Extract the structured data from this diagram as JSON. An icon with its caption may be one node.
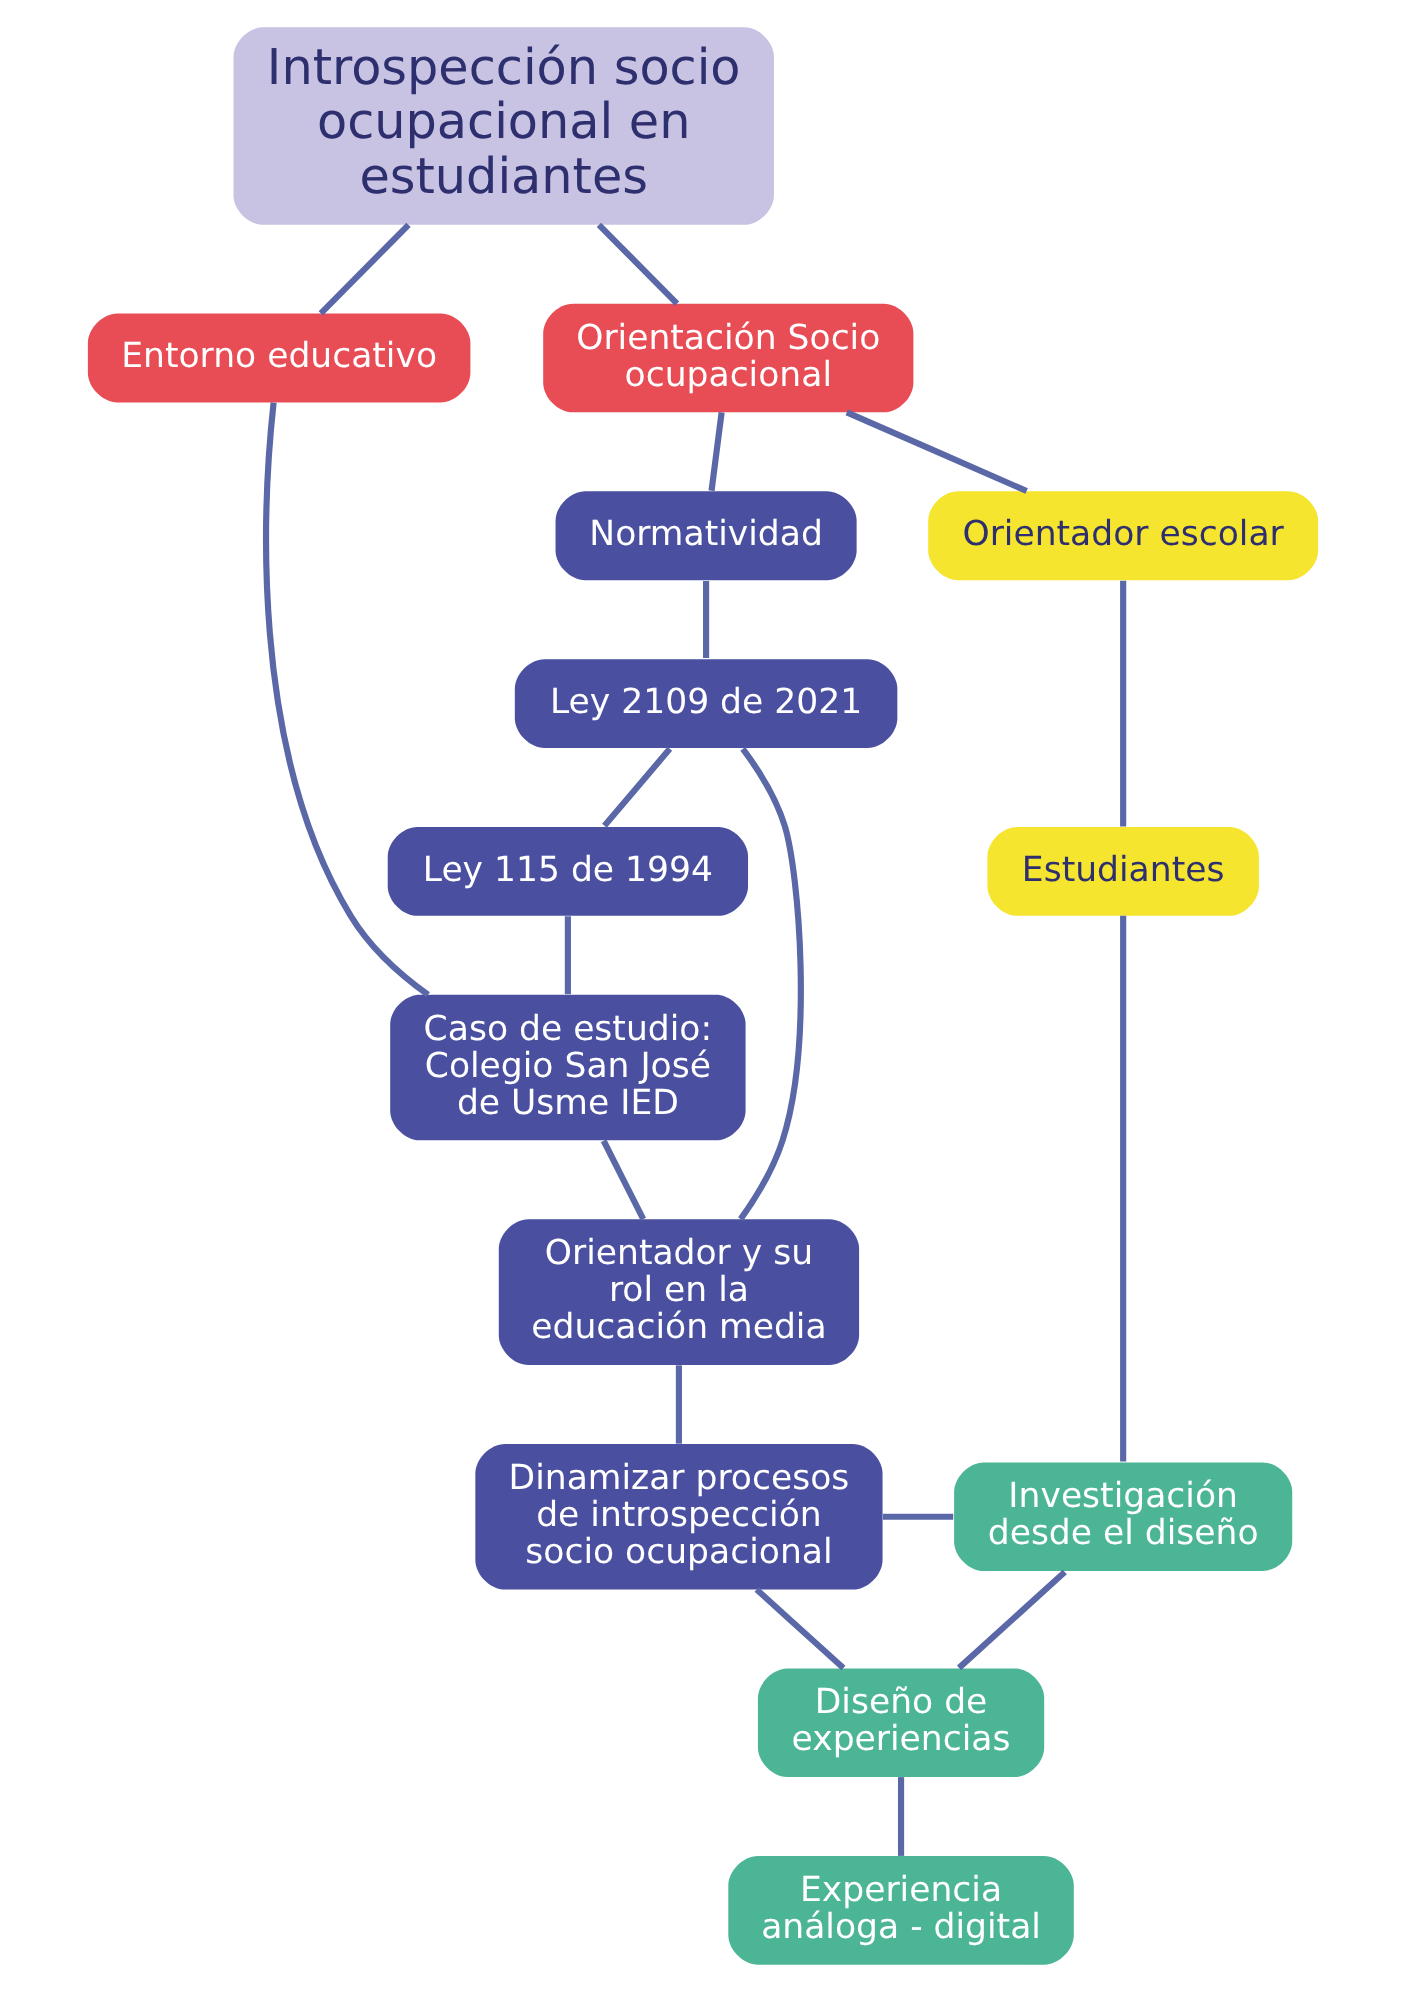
{
  "diagram": {
    "nodes": [
      {
        "text": [
          "Introspección socio ocupacional en estudiantes"
        ]
      },
      {
        "text": [
          "Orientación Socio ocupacional"
        ]
      },
      {
        "text": [
          "Entorno educativo"
        ]
      },
      {
        "text": [
          "Normatividad"
        ]
      },
      {
        "text": [
          "Ley 2109 de 2021"
        ]
      },
      {
        "text": [
          "Ley 115 de 1994"
        ]
      },
      {
        "text": [
          "Orientador escolar"
        ]
      },
      {
        "text": [
          "Estudiantes"
        ]
      },
      {
        "text": [
          "Caso de estudio: Colegio San José de Usme IED"
        ]
      },
      {
        "text": [
          "Orientador y su rol en la educación media"
        ]
      },
      {
        "text": [
          "Investigación desde el diseño"
        ]
      },
      {
        "text": [
          "Dinamizar procesos de introspección socio ocupacional"
        ]
      },
      {
        "text": [
          "Diseño de experiencias"
        ]
      },
      {
        "text": [
          "Experiencia análoga - digital"
        ]
      }
    ],
    "edges": [
      {
        "from": 0,
        "to": 1,
        "arrow": "none"
      },
      {
        "from": 0,
        "to": 2,
        "arrow": "none"
      },
      {
        "from": 1,
        "to": 6,
        "arrow": "none"
      },
      {
        "from": 1,
        "to": 3,
        "arrow": "none"
      },
      {
        "from": 3,
        "to": 4,
        "arrow": "none"
      },
      {
        "from": 4,
        "to": 5,
        "arrow": "none"
      },
      {
        "from": 2,
        "to": 8,
        "arrow": "none"
      },
      {
        "from": 8,
        "to": 9,
        "arrow": "none"
      },
      {
        "from": 4,
        "to": 9,
        "arrow": "none"
      },
      {
        "from": 5,
        "to": 8,
        "arrow": "none"
      },
      {
        "from": 6,
        "to": 7,
        "arrow": "none"
      },
      {
        "from": 9,
        "to": 11,
        "arrow": "none"
      },
      {
        "from": 7,
        "to": 10,
        "arrow": "none"
      },
      {
        "from": 11,
        "to": 10,
        "arrow": "none"
      },
      {
        "from": 10,
        "to": 12,
        "arrow": "none"
      },
      {
        "from": 11,
        "to": 12,
        "arrow": "none"
      },
      {
        "from": 12,
        "to": 13,
        "arrow": "none"
      }
    ]
  }
}
